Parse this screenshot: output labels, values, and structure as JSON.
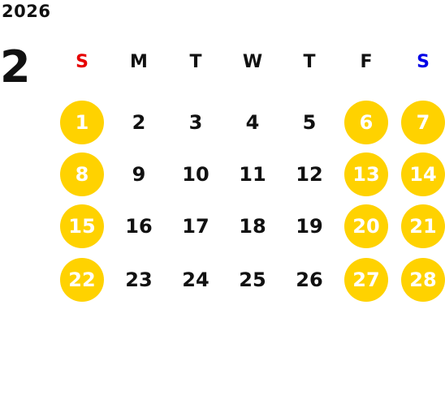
{
  "calendar": {
    "year": "2026",
    "month": "2",
    "weekdays": [
      {
        "label": "S",
        "color": "#e60000"
      },
      {
        "label": "M",
        "color": "#111111"
      },
      {
        "label": "T",
        "color": "#111111"
      },
      {
        "label": "W",
        "color": "#111111"
      },
      {
        "label": "T",
        "color": "#111111"
      },
      {
        "label": "F",
        "color": "#111111"
      },
      {
        "label": "S",
        "color": "#0000e6"
      }
    ],
    "weeks": [
      [
        "1",
        "2",
        "3",
        "4",
        "5",
        "6",
        "7"
      ],
      [
        "8",
        "9",
        "10",
        "11",
        "12",
        "13",
        "14"
      ],
      [
        "15",
        "16",
        "17",
        "18",
        "19",
        "20",
        "21"
      ],
      [
        "22",
        "23",
        "24",
        "25",
        "26",
        "27",
        "28"
      ]
    ],
    "highlight_color": "#ffd200"
  }
}
